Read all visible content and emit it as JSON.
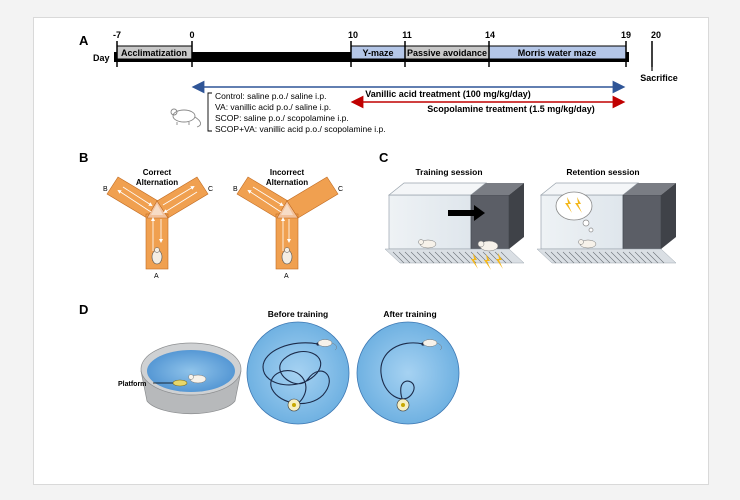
{
  "panels": {
    "a": "A",
    "b": "B",
    "c": "C",
    "d": "D"
  },
  "timeline": {
    "day_label": "Day",
    "ticks": [
      "-7",
      "0",
      "10",
      "11",
      "14",
      "19",
      "20"
    ],
    "phases": [
      "Acclimatization",
      "Y-maze",
      "Passive avoidance",
      "Morris water maze"
    ],
    "sacrifice_label": "Sacrifice",
    "va_treatment": "Vanillic acid treatment (100 mg/kg/day)",
    "scop_treatment": "Scopolamine treatment (1.5 mg/kg/day)",
    "groups": [
      "Control: saline p.o./ saline i.p.",
      "VA: vanillic acid p.o./ saline i.p.",
      "SCOP: saline p.o./ scopolamine i.p.",
      "SCOP+VA: vanillic acid p.o./ scopolamine i.p."
    ]
  },
  "ymaze": {
    "correct_title_1": "Correct",
    "correct_title_2": "Alternation",
    "incorrect_title_1": "Incorrect",
    "incorrect_title_2": "Alternation",
    "arm_a": "A",
    "arm_b": "B",
    "arm_c": "C"
  },
  "passive": {
    "training": "Training session",
    "retention": "Retention session"
  },
  "water_maze": {
    "platform": "Platform",
    "before": "Before training",
    "after": "After training"
  },
  "colors": {
    "phase_fill": "#c8c8c8",
    "phase_highlight": "#b4c6e7",
    "va_arrow": "#2f5597",
    "scop_arrow": "#c00000",
    "maze_orange": "#f0a050",
    "pool_blue": "#5b9bd5",
    "circle_blue": "#79b8e6"
  }
}
